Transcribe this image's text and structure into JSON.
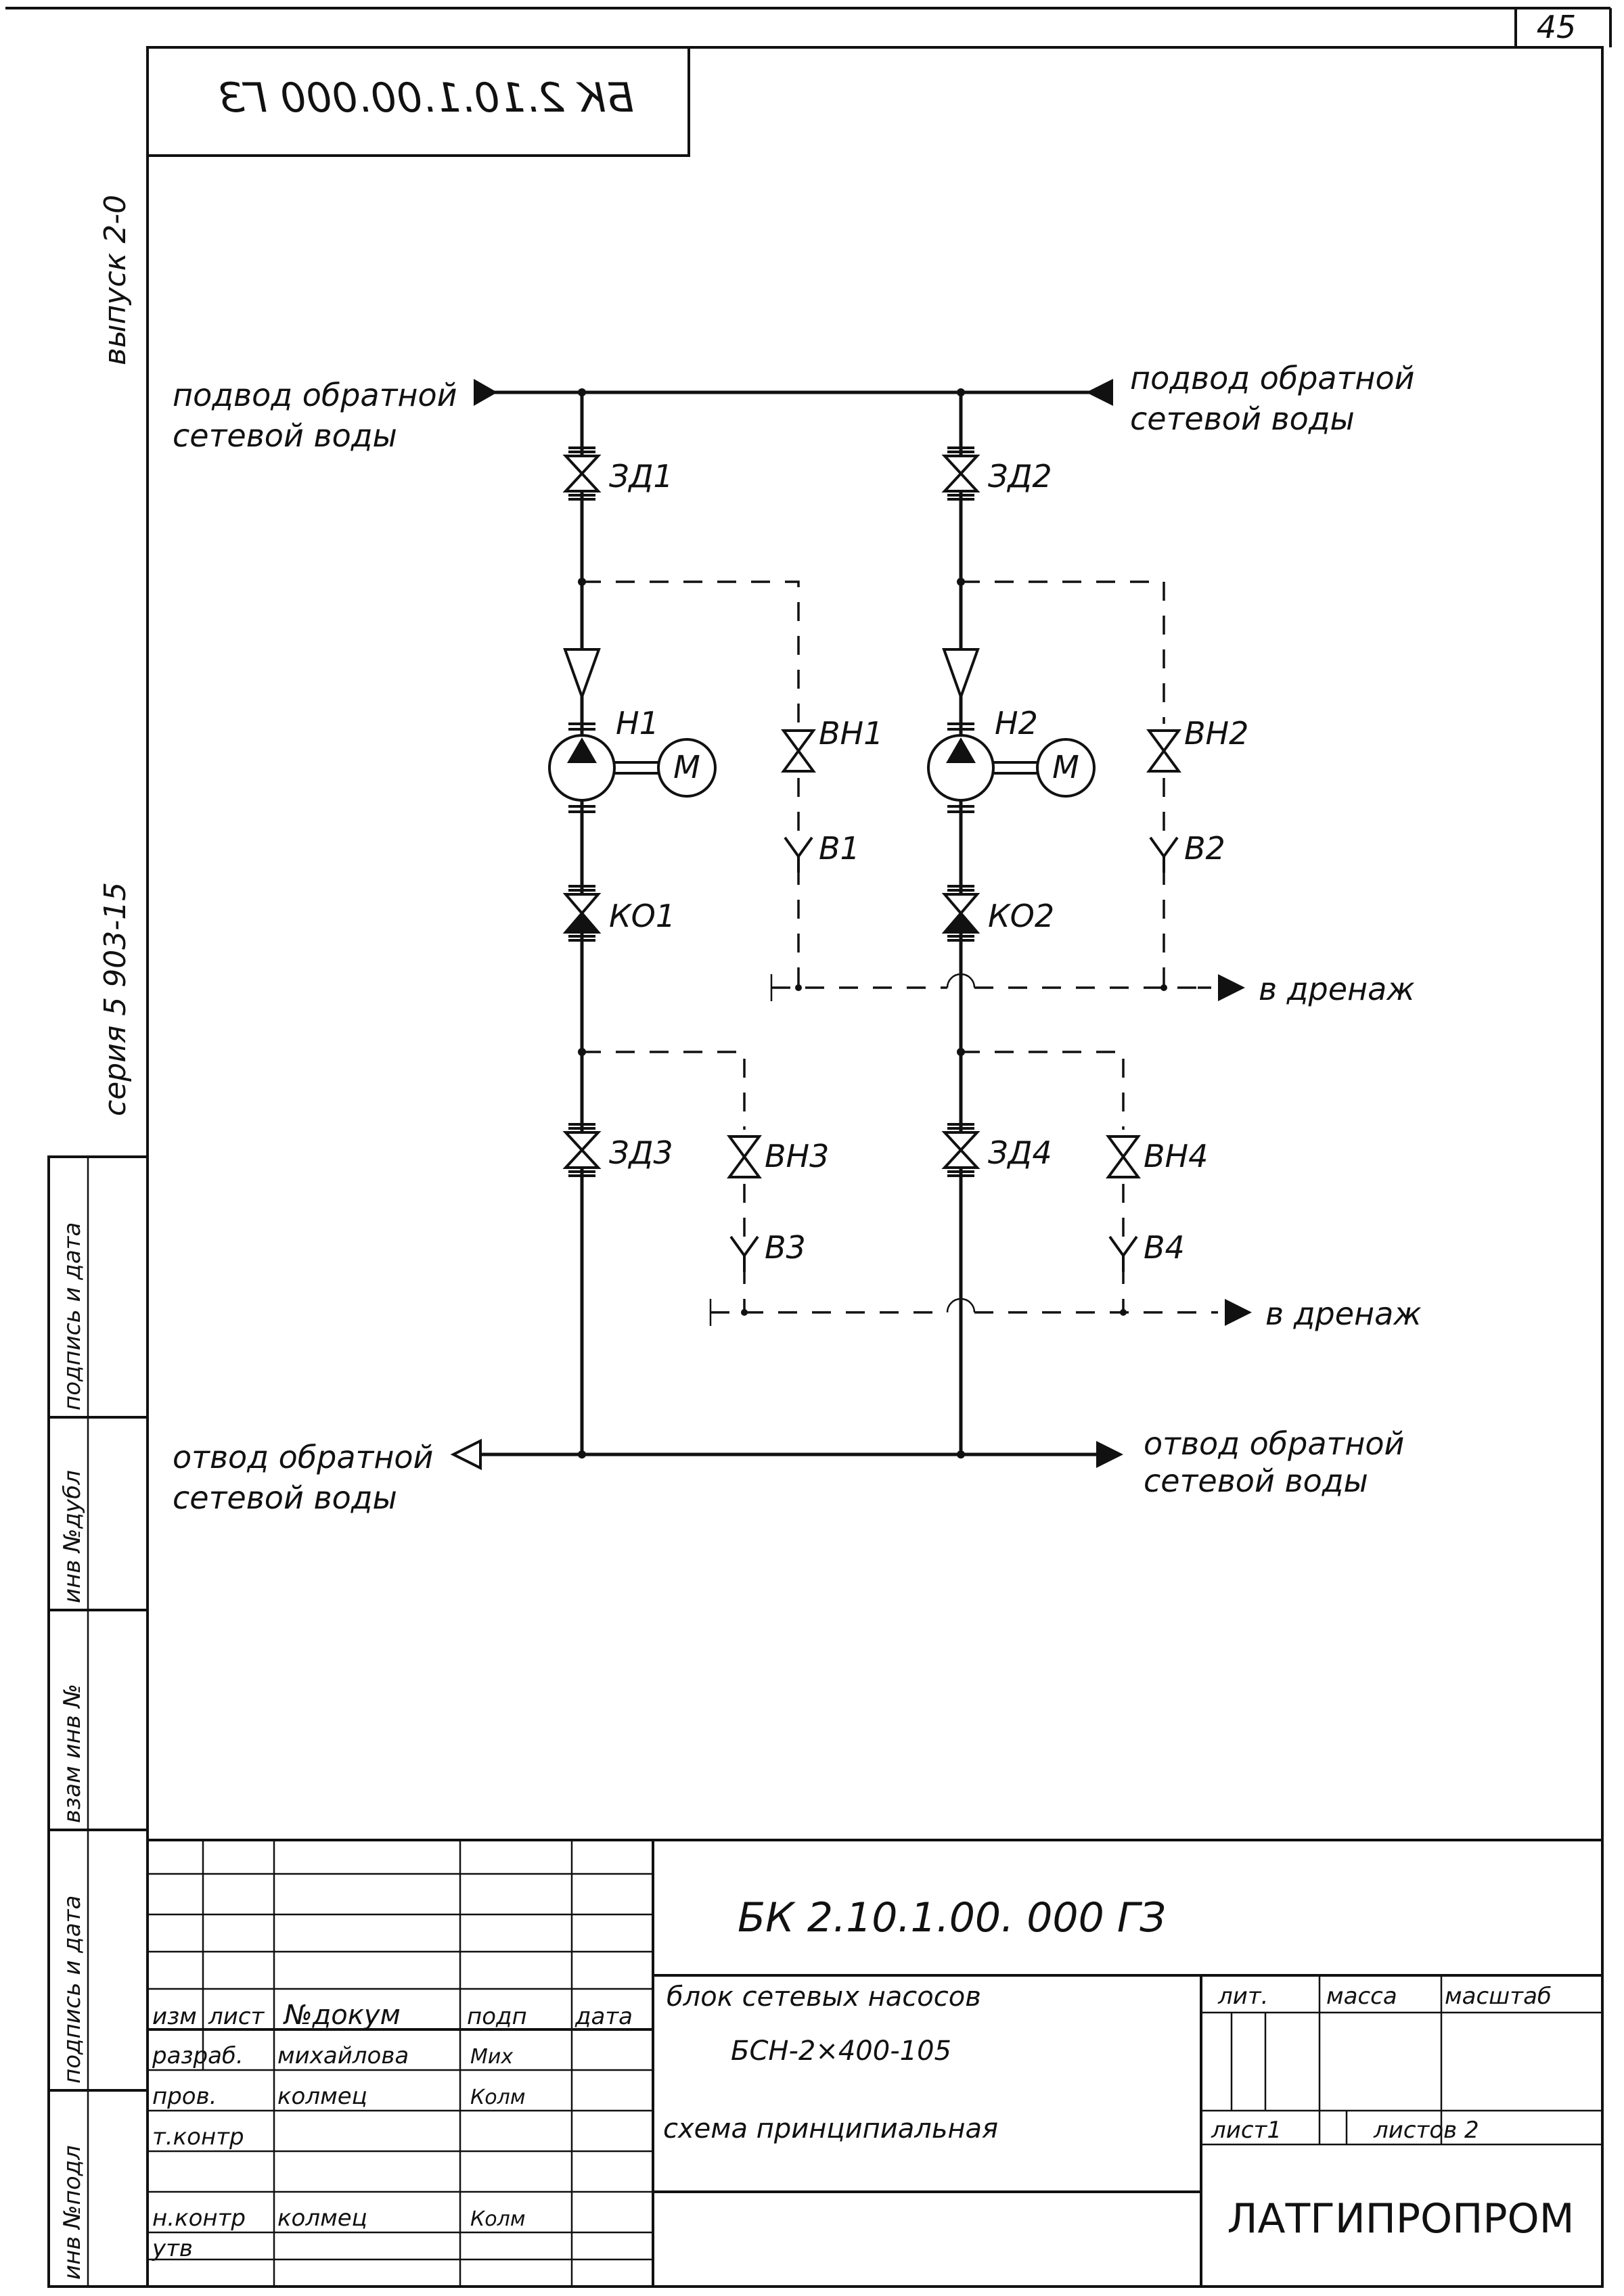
{
  "page_number": "45",
  "stamp_code_mirrored": "БК 2.10.1.00.000 ГЗ",
  "side_labels": {
    "issue": "выпуск 2-0",
    "series": "серия 5 903-15"
  },
  "side_stamp": [
    "инв №подл",
    "подпись и дата",
    "взам инв №",
    "инв №дубл",
    "подпись и дата"
  ],
  "flows": {
    "supply_left": [
      "подвод обратной",
      "сетевой воды"
    ],
    "supply_right": [
      "подвод обратной",
      "сетевой воды"
    ],
    "out_left": [
      "отвод обратной",
      "сетевой воды"
    ],
    "out_right": [
      "отвод обратной",
      "сетевой воды"
    ],
    "drain_upper": "в дренаж",
    "drain_lower": "в дренаж"
  },
  "components": {
    "zd1": "ЗД1",
    "zd2": "ЗД2",
    "zd3": "ЗД3",
    "zd4": "ЗД4",
    "h1": "Н1",
    "h2": "Н2",
    "motor1": "М",
    "motor2": "М",
    "ko1": "КО1",
    "ko2": "КО2",
    "vn1": "ВН1",
    "vn2": "ВН2",
    "vn3": "ВН3",
    "vn4": "ВН4",
    "v1": "В1",
    "v2": "В2",
    "v3": "В3",
    "v4": "В4"
  },
  "title_block": {
    "doc_code": "БК 2.10.1.00. 000 ГЗ",
    "headers": [
      "изм",
      "лист",
      "№докум",
      "подп",
      "дата"
    ],
    "rows": [
      {
        "role": "разраб.",
        "name": "михайлова",
        "sig": "Мих"
      },
      {
        "role": "пров.",
        "name": "колмец",
        "sig": "Колм"
      },
      {
        "role": "т.контр",
        "name": "",
        "sig": ""
      },
      {
        "role": "",
        "name": "",
        "sig": ""
      },
      {
        "role": "н.контр",
        "name": "колмец",
        "sig": "Колм"
      },
      {
        "role": "утв",
        "name": "",
        "sig": ""
      }
    ],
    "name_line1": "блок сетевых насосов",
    "name_line2": "БСН-2×400-105",
    "name_line3": "схема принципиальная",
    "lit": "лит.",
    "mass": "масса",
    "scale": "масштаб",
    "sheet": "лист1",
    "sheets": "листов 2",
    "org": "ЛАТГИПРОПРОМ"
  }
}
